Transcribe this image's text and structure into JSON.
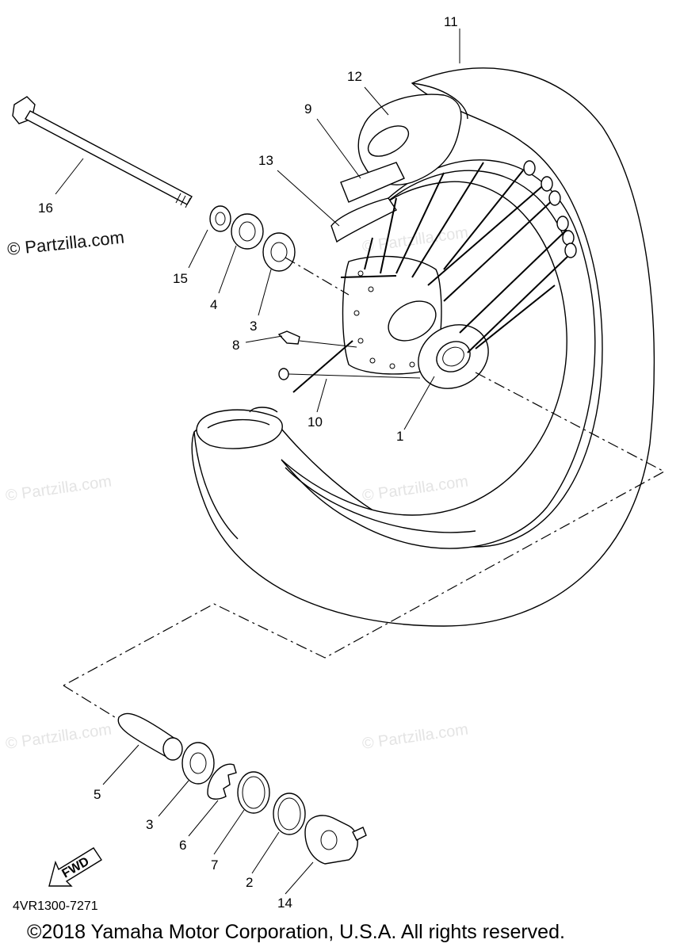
{
  "callouts": {
    "p1": "1",
    "p2": "2",
    "p3a": "3",
    "p3b": "3",
    "p4": "4",
    "p5": "5",
    "p6": "6",
    "p7": "7",
    "p8": "8",
    "p9": "9",
    "p10": "10",
    "p11": "11",
    "p12": "12",
    "p13": "13",
    "p14": "14",
    "p15": "15",
    "p16": "16"
  },
  "watermarks": {
    "main": "© Partzilla.com",
    "faint": "© Partzilla.com"
  },
  "fwd_label": "FWD",
  "diagram_code": "4VR1300-7271",
  "copyright": "©2018  Yamaha Motor Corporation, U.S.A. All rights reserved."
}
